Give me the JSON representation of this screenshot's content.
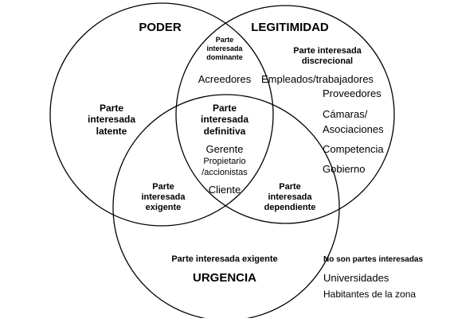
{
  "sets": {
    "poder": "PODER",
    "legitimidad": "LEGITIMIDAD",
    "urgencia": "URGENCIA"
  },
  "regions": {
    "latente": [
      "Parte",
      "interesada",
      "latente"
    ],
    "dominante": [
      "Parte",
      "interesada",
      "dominante"
    ],
    "dominante_item": "Acreedores",
    "discrecional": [
      "Parte interesada",
      "discrecional"
    ],
    "discrecional_items": [
      "Empleados/trabajadores",
      "Proveedores",
      "Cámaras/",
      "Asociaciones",
      "Competencia",
      "Gobierno"
    ],
    "definitiva": [
      "Parte",
      "interesada",
      "definitiva"
    ],
    "definitiva_items": [
      "Gerente",
      "Propietario",
      "/accionistas",
      "Cliente"
    ],
    "peligrosa": [
      "Parte",
      "interesada",
      "exigente"
    ],
    "dependiente": [
      "Parte",
      "interesada",
      "dependiente"
    ],
    "exigente": "Parte interesada exigente"
  },
  "outside": {
    "title": "No son partes interesadas",
    "items": [
      "Universidades",
      "Habitantes de la zona"
    ]
  },
  "colors": {
    "stroke": "#000000",
    "background": "#ffffff"
  }
}
